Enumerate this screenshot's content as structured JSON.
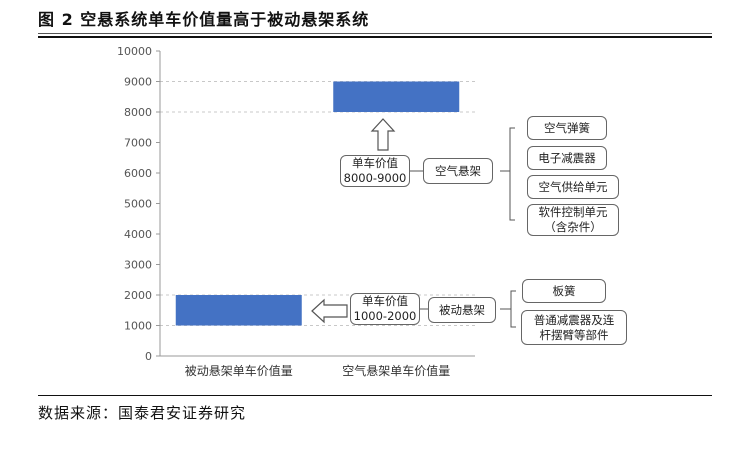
{
  "figure": {
    "title": "图 2 空悬系统单车价值量高于被动悬架系统",
    "source": "数据来源：国泰君安证券研究"
  },
  "chart_data": {
    "type": "bar",
    "categories": [
      "被动悬架单车价值量",
      "空气悬架单车价值量"
    ],
    "series": [
      {
        "ranges": [
          [
            1000,
            2000
          ],
          [
            8000,
            9000
          ]
        ]
      }
    ],
    "ylim": [
      0,
      10000
    ],
    "yticks": [
      0,
      1000,
      2000,
      3000,
      4000,
      5000,
      6000,
      7000,
      8000,
      9000,
      10000
    ],
    "bar_color": "#4472C4",
    "reference_lines": [
      1000,
      2000,
      8000,
      9000
    ],
    "grid": false
  },
  "annotations": {
    "air": {
      "value_label_line1": "单车价值",
      "value_label_line2": "8000-9000",
      "system": "空气悬架",
      "components": [
        "空气弹簧",
        "电子减震器",
        "空气供给单元",
        "软件控制单元\n（含杂件）"
      ]
    },
    "passive": {
      "value_label_line1": "单车价值",
      "value_label_line2": "1000-2000",
      "system": "被动悬架",
      "components": [
        "板簧",
        "普通减震器及连\n杆摆臂等部件"
      ]
    }
  }
}
